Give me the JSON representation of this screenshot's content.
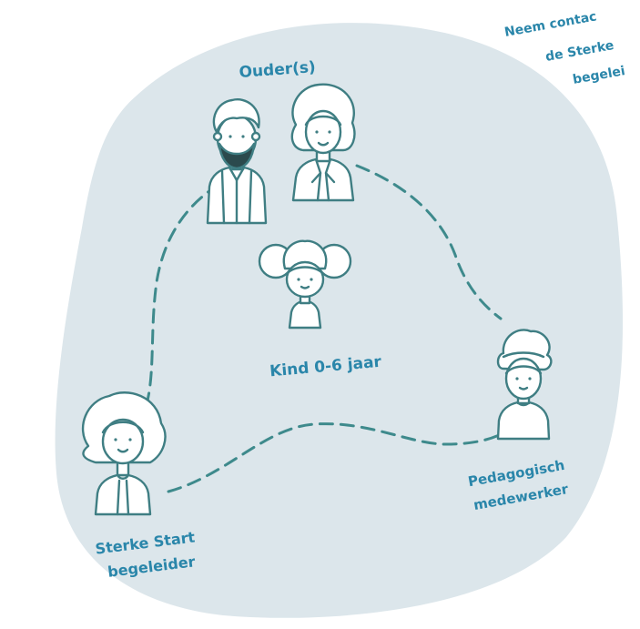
{
  "colors": {
    "blob": "#dce6eb",
    "label": "#2a86aa",
    "line": "#3f7e83",
    "dash": "#3e8a8c",
    "beard": "#2b4a4d"
  },
  "corner_note": {
    "lines": [
      "Neem contac",
      "de Sterke",
      "begelei"
    ]
  },
  "nodes": {
    "parents": {
      "label": "Ouder(s)"
    },
    "child": {
      "label": "Kind 0-6 jaar"
    },
    "guide": {
      "lines": [
        "Sterke Start",
        "begeleider"
      ]
    },
    "pedagogue": {
      "lines": [
        "Pedagogisch",
        "medewerker"
      ]
    }
  },
  "icons": {
    "father": "father-icon",
    "mother": "mother-icon",
    "child": "child-icon",
    "guide": "guide-icon",
    "pedagogue": "pedagogue-icon"
  }
}
